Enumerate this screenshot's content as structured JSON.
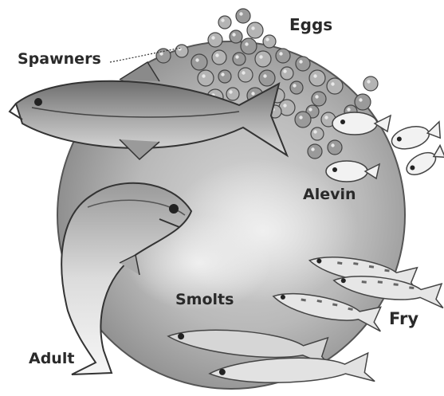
{
  "diagram": {
    "stages": {
      "eggs": "Eggs",
      "alevin": "Alevin",
      "fry": "Fry",
      "smolts": "Smolts",
      "adult": "Adult",
      "spawners": "Spawners"
    }
  }
}
